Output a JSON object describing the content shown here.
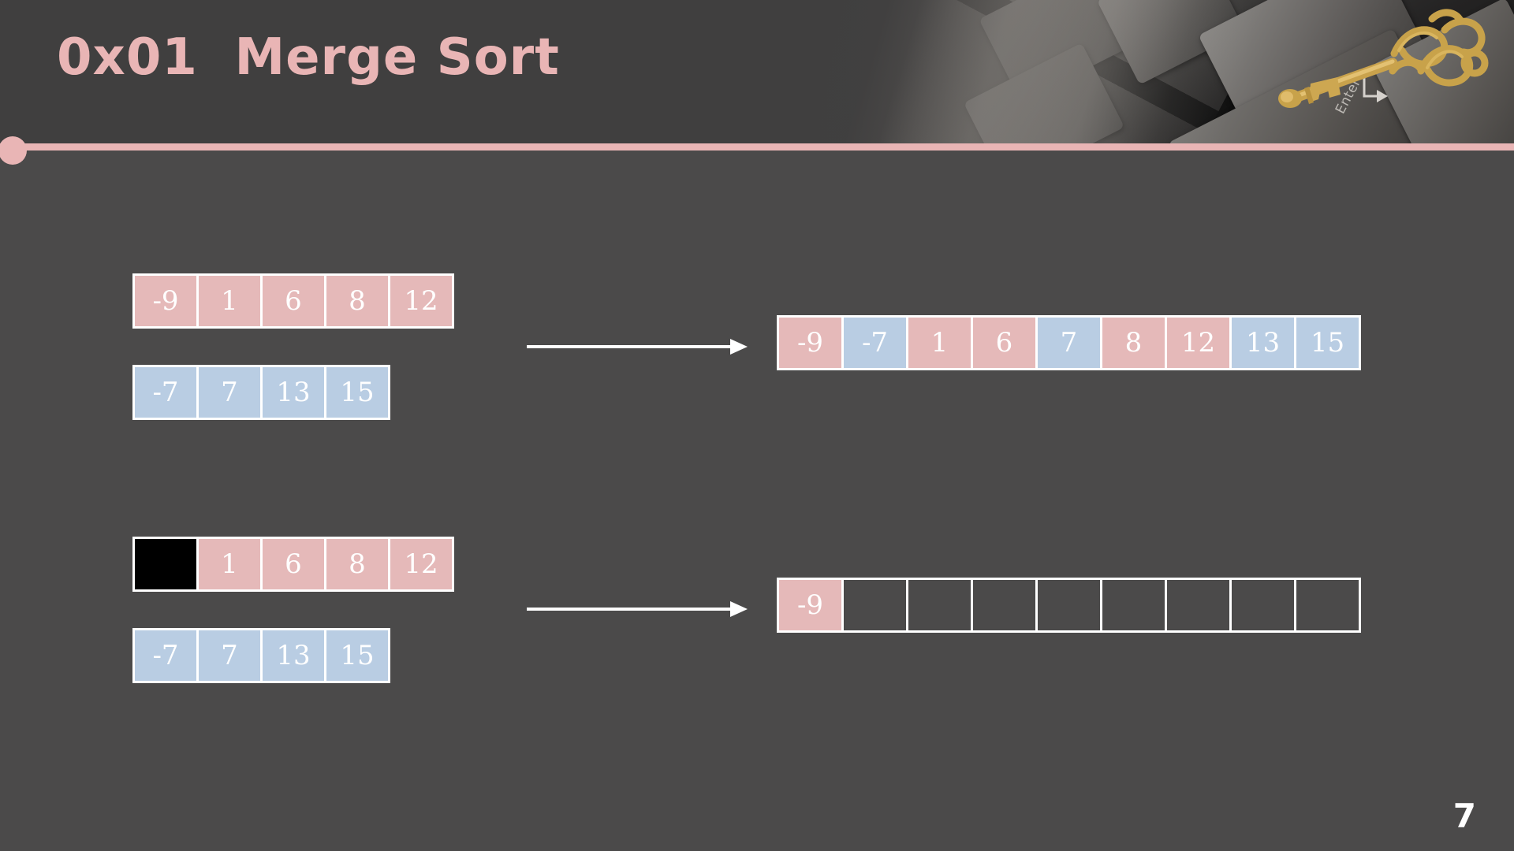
{
  "slide": {
    "title": "0x01  Merge Sort",
    "page_number": "7",
    "theme": {
      "background": "#4b4a4a",
      "accent_pink": "#e9b5b5",
      "cell_pink": "#e5b9b9",
      "cell_blue": "#b9cde3",
      "cell_border": "#ffffff",
      "cell_black": "#000000",
      "text_white": "#ffffff"
    }
  },
  "header": {
    "image": "golden-key-on-keyboard",
    "keyboard_key_label": "Enter"
  },
  "diagram": {
    "step1": {
      "source_pink": {
        "label": "left-subarray",
        "values": [
          "-9",
          "1",
          "6",
          "8",
          "12"
        ]
      },
      "source_blue": {
        "label": "right-subarray",
        "values": [
          "-7",
          "7",
          "13",
          "15"
        ]
      },
      "arrow": "merge-arrow",
      "merged": {
        "label": "merged-array",
        "cells": [
          {
            "value": "-9",
            "color": "pink"
          },
          {
            "value": "-7",
            "color": "blue"
          },
          {
            "value": "1",
            "color": "pink"
          },
          {
            "value": "6",
            "color": "pink"
          },
          {
            "value": "7",
            "color": "blue"
          },
          {
            "value": "8",
            "color": "pink"
          },
          {
            "value": "12",
            "color": "pink"
          },
          {
            "value": "13",
            "color": "blue"
          },
          {
            "value": "15",
            "color": "blue"
          }
        ]
      }
    },
    "step2": {
      "source_pink": {
        "label": "left-subarray-consumed",
        "cells": [
          {
            "value": "",
            "color": "black"
          },
          {
            "value": "1",
            "color": "pink"
          },
          {
            "value": "6",
            "color": "pink"
          },
          {
            "value": "8",
            "color": "pink"
          },
          {
            "value": "12",
            "color": "pink"
          }
        ]
      },
      "source_blue": {
        "label": "right-subarray",
        "values": [
          "-7",
          "7",
          "13",
          "15"
        ]
      },
      "arrow": "merge-arrow",
      "result": {
        "label": "result-array-partial",
        "cells": [
          {
            "value": "-9",
            "color": "pink"
          },
          {
            "value": "",
            "color": "empty"
          },
          {
            "value": "",
            "color": "empty"
          },
          {
            "value": "",
            "color": "empty"
          },
          {
            "value": "",
            "color": "empty"
          },
          {
            "value": "",
            "color": "empty"
          },
          {
            "value": "",
            "color": "empty"
          },
          {
            "value": "",
            "color": "empty"
          },
          {
            "value": "",
            "color": "empty"
          }
        ]
      }
    }
  }
}
